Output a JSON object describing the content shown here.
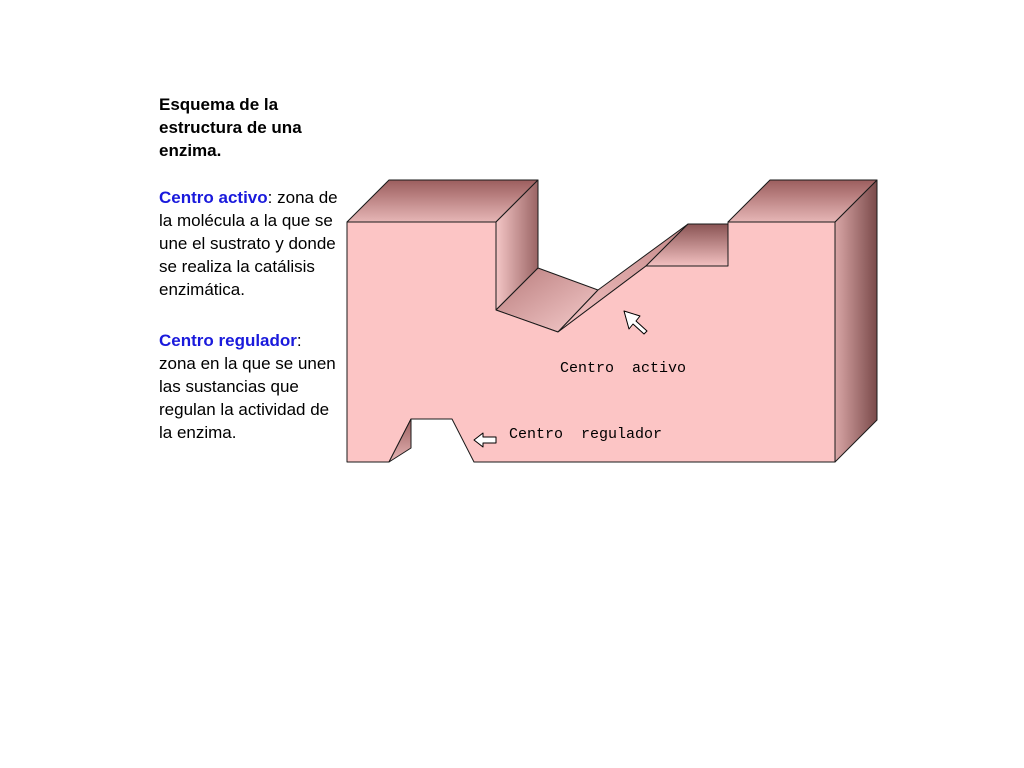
{
  "title": "Esquema de la estructura de una enzima.",
  "definitions": {
    "active": {
      "term": "Centro activo",
      "colon": ":",
      "text": "zona de la molécula a la que se une el sustrato y donde se realiza la catálisis enzimática."
    },
    "regulator": {
      "term": "Centro regulador",
      "colon": ":",
      "text": "zona en la que se unen las sustancias que regulan la actividad de la enzima."
    }
  },
  "diagram": {
    "label_active": "Centro  activo",
    "label_regulator": "Centro  regulador",
    "colors": {
      "front": "#fcc5c5",
      "top": "#a86a6a",
      "side": "#8a5a5a",
      "outline": "#1a1a1a",
      "highlight_term": "#1a1adc"
    }
  }
}
